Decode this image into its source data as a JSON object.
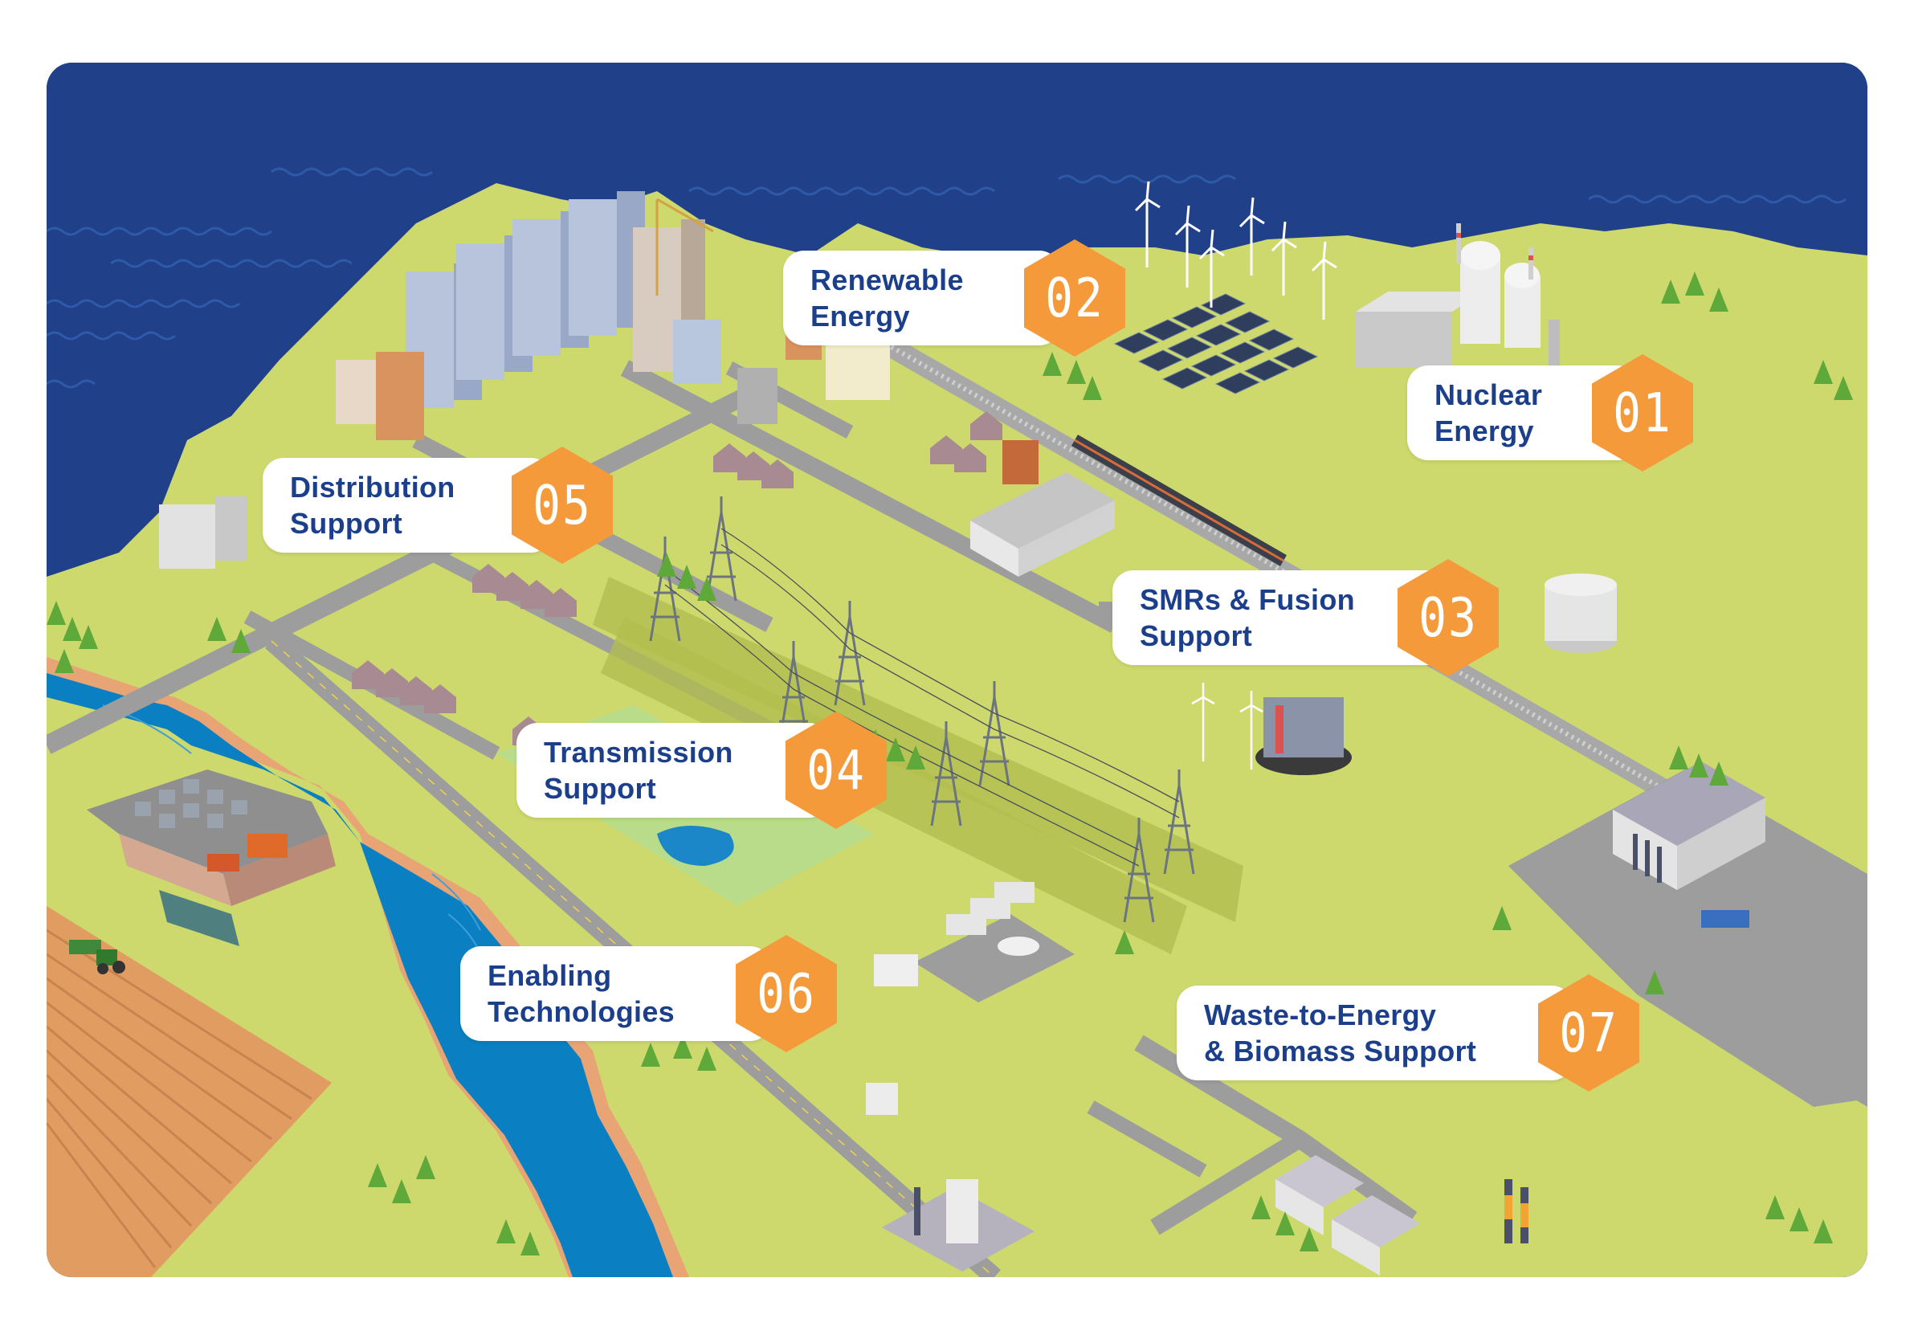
{
  "title": "Energy infrastructure map",
  "colors": {
    "sea": "#21408a",
    "land": "#cdd86d",
    "road": "#9d9d9d",
    "river": "#0a7fc2",
    "field": "#e19c62",
    "label_text": "#1c3f8c",
    "badge": "#f59a3a",
    "badge_text": "#ffffff"
  },
  "labels": [
    {
      "number": "01",
      "line1": "Nuclear",
      "line2": "Energy",
      "icon": "nuclear-plant"
    },
    {
      "number": "02",
      "line1": "Renewable",
      "line2": "Energy",
      "icon": "wind-solar"
    },
    {
      "number": "03",
      "line1": "SMRs & Fusion",
      "line2": "Support",
      "icon": "smr-reactor"
    },
    {
      "number": "04",
      "line1": "Transmission",
      "line2": "Support",
      "icon": "transmission-tower"
    },
    {
      "number": "05",
      "line1": "Distribution",
      "line2": "Support",
      "icon": "distribution-transformer"
    },
    {
      "number": "06",
      "line1": "Enabling",
      "line2": "Technologies",
      "icon": "data-center"
    },
    {
      "number": "07",
      "line1": "Waste-to-Energy",
      "line2": "& Biomass Support",
      "icon": "waste-plant"
    }
  ]
}
